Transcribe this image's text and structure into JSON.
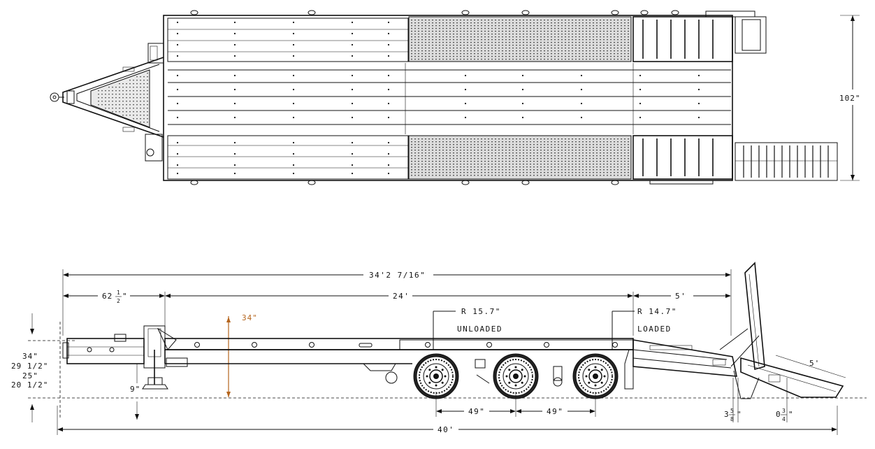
{
  "colors": {
    "ink": "#111111",
    "accent": "#b5651d",
    "background": "#ffffff"
  },
  "top_view": {
    "width_dim": "102\""
  },
  "side_view": {
    "overall_length": "34'2 7/16\"",
    "front_overhang": {
      "whole": "62",
      "num": "1",
      "den": "2",
      "suffix": "\""
    },
    "deck_length": "24'",
    "dovetail_length": "5'",
    "height_highlight": "34\"",
    "radius_unloaded": "R 15.7\"",
    "unloaded_label": "UNLOADED",
    "radius_loaded": "R 14.7\"",
    "loaded_label": "LOADED",
    "left_heights": [
      "34\"",
      "29 1/2\"",
      "25\"",
      "20 1/2\""
    ],
    "jack_height": "9\"",
    "axle_spacing_1": "49\"",
    "axle_spacing_2": "49\"",
    "ramp_length": "5'",
    "ground_clearance_a": {
      "whole": "3",
      "num": "5",
      "den": "8",
      "suffix": "\""
    },
    "ground_clearance_b": {
      "whole": "0",
      "num": "3",
      "den": "4",
      "suffix": "\""
    },
    "total_length": "40'"
  }
}
